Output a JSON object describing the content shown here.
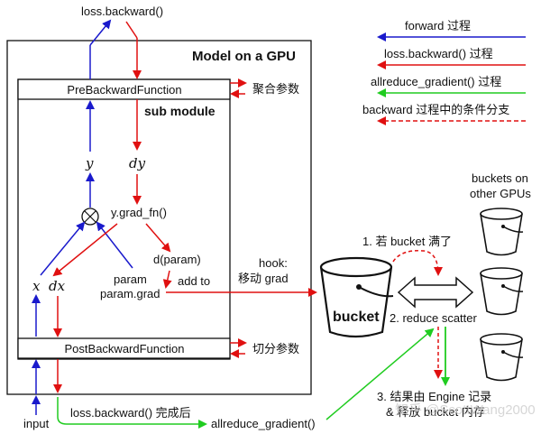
{
  "labels": {
    "top_backward": "loss.backward()",
    "model_title": "Model on a GPU",
    "pre_backward": "PreBackwardFunction",
    "sub_module": "sub module",
    "aggregate_params": "聚合参数",
    "y": "y",
    "dy": "dy",
    "grad_fn": "y.grad_fn()",
    "d_param": "d(param)",
    "add_to": "add to",
    "param": "param",
    "param_grad": "param.grad",
    "x": "x",
    "dx": "dx",
    "post_backward": "PostBackwardFunction",
    "split_params": "切分参数",
    "input": "input",
    "backward_done": "loss.backward() 完成后",
    "allreduce_call": "allreduce_gradient()",
    "hook_line1": "hook:",
    "hook_line2": "移动 grad",
    "bucket": "bucket",
    "step1": "1. 若 bucket 满了",
    "step2": "2. reduce scatter",
    "step3_line1": "3. 结果由 Engine 记录",
    "step3_line2": "& 释放 bucket 内存",
    "buckets_other_line1": "buckets on",
    "buckets_other_line2": "other GPUs",
    "watermark": "知乎 @ScottWang2000"
  },
  "legend": [
    {
      "label": "forward 过程",
      "color": "#1a1acc",
      "style": "solid"
    },
    {
      "label": "loss.backward() 过程",
      "color": "#e01010",
      "style": "solid"
    },
    {
      "label": "allreduce_gradient() 过程",
      "color": "#20cc20",
      "style": "solid"
    },
    {
      "label": "backward 过程中的条件分支",
      "color": "#e01010",
      "style": "dashed"
    }
  ],
  "colors": {
    "forward": "#1a1acc",
    "backward": "#e01010",
    "allreduce": "#20cc20"
  }
}
